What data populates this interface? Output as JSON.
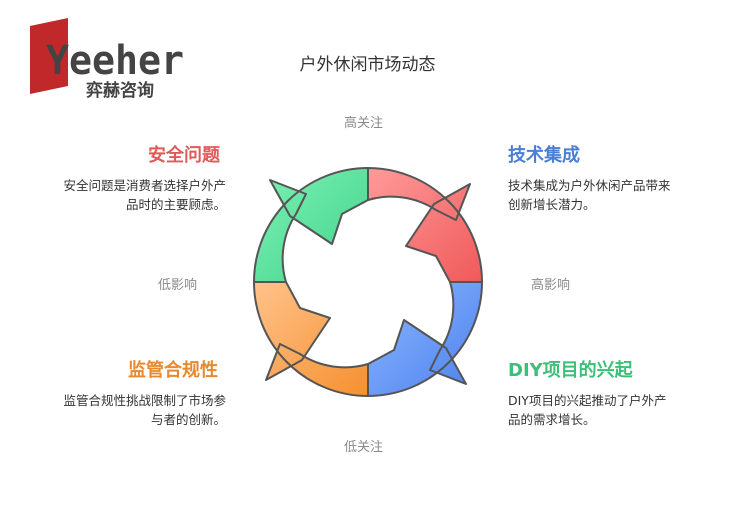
{
  "brand": {
    "name": "Yeeher",
    "subtitle": "弈赫咨询",
    "color": "#c0282a"
  },
  "title": "户外休闲市场动态",
  "axes": {
    "top": "高关注",
    "bottom": "低关注",
    "left": "低影响",
    "right": "高影响"
  },
  "quadrants": {
    "top_left": {
      "heading": "安全问题",
      "desc_line1": "安全问题是消费者选择户外产",
      "desc_line2": "品时的主要顾虑。",
      "color": "#e05a5a",
      "segment_color": "#3fd48a"
    },
    "top_right": {
      "heading": "技术集成",
      "desc_line1": "技术集成为户外休闲产品带来",
      "desc_line2": "创新增长潜力。",
      "color": "#4a7fd4",
      "segment_color": "#f26c6c"
    },
    "bottom_left": {
      "heading": "监管合规性",
      "desc_line1": "监管合规性挑战限制了市场参",
      "desc_line2": "与者的创新。",
      "color": "#e8892f",
      "segment_color": "#f59a45"
    },
    "bottom_right": {
      "heading": "DIY项目的兴起",
      "desc_line1": "DIY项目的兴起推动了户外产",
      "desc_line2": "品的需求增长。",
      "color": "#3cbf78",
      "segment_color": "#5b8ff0"
    }
  }
}
